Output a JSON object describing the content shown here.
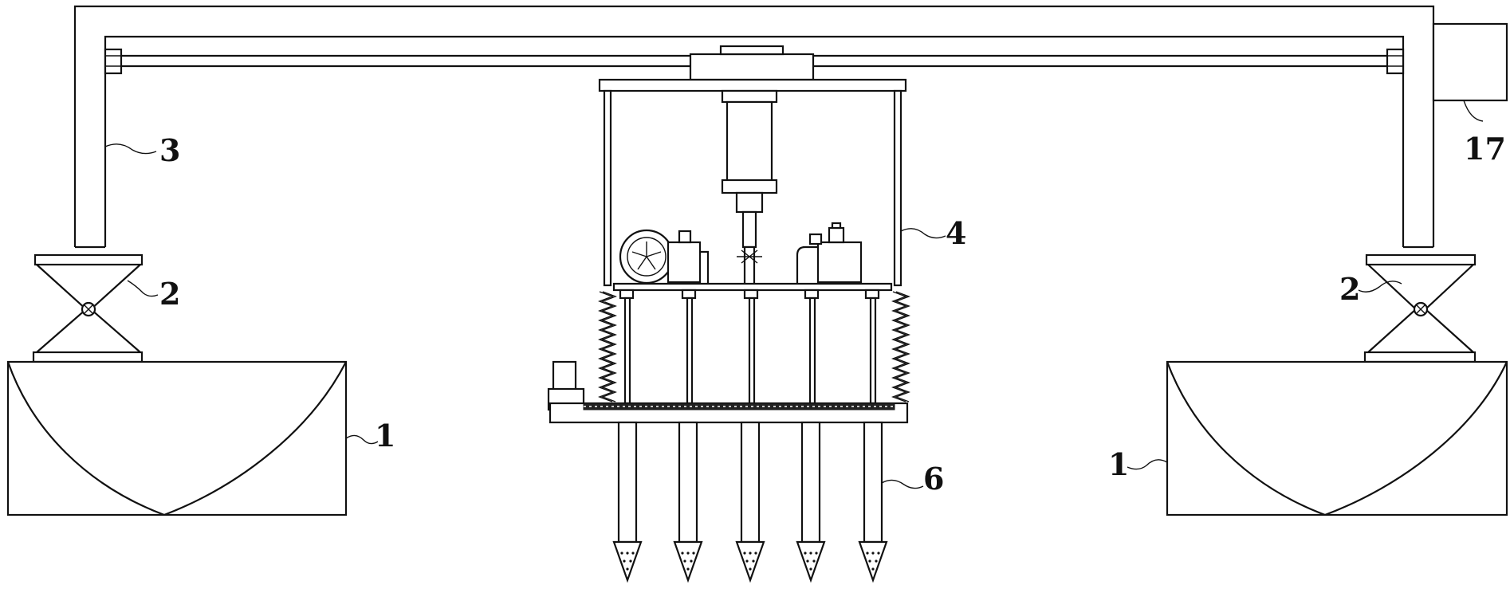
{
  "labels": {
    "l1_left": "1",
    "l1_right": "1",
    "l2_left": "2",
    "l2_right": "2",
    "l3": "3",
    "l4": "4",
    "l6": "6",
    "l17": "17"
  }
}
